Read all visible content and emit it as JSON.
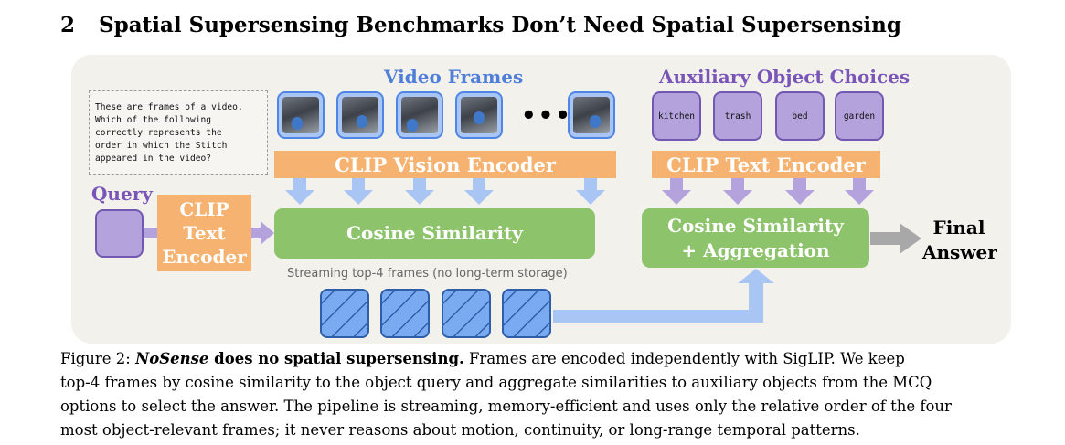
{
  "section": {
    "number": "2",
    "title": "Spatial Supersensing Benchmarks Don’t Need Spatial Supersensing"
  },
  "figure": {
    "prompt_text": "These are frames of a video.\nWhich of the following\ncorrectly represents the\norder in which the Stitch\nappeared in the video?",
    "video_frames_heading": "Video Frames",
    "aux_heading": "Auxiliary Object Choices",
    "query_heading": "Query",
    "ellipsis": "•••",
    "choices": [
      "kitchen",
      "trash",
      "bed",
      "garden"
    ],
    "clip_vision_label": "CLIP Vision Encoder",
    "clip_text_label_top": "CLIP Text Encoder",
    "clip_text_left_lines": [
      "CLIP",
      "Text",
      "Encoder"
    ],
    "cosine_label": "Cosine Similarity",
    "cosine_agg_label": "Cosine Similarity + Aggregation",
    "streaming_label": "Streaming top-4 frames (no long-term storage)",
    "final_answer": "Final Answer",
    "colors": {
      "blue": "#4f7fd8",
      "purple": "#7a55b8",
      "orange": "#f5b270",
      "green": "#8dc46b",
      "arrow_blue": "#a9c5f3",
      "arrow_purple": "#b3a2dc",
      "arrow_gray": "#a8a8a8"
    }
  },
  "caption": {
    "prefix": "Figure 2: ",
    "name": "NoSense",
    "bold_rest": " does no spatial supersensing.",
    "line1_rest": " Frames are encoded independently with SigLIP. We keep",
    "line2": "top-4 frames by cosine similarity to the object query and aggregate similarities to auxiliary objects from the MCQ",
    "line3": "options to select the answer. The pipeline is streaming, memory-efficient and uses only the relative order of the four",
    "line4": "most object-relevant frames; it never reasons about motion, continuity, or long-range temporal patterns."
  }
}
